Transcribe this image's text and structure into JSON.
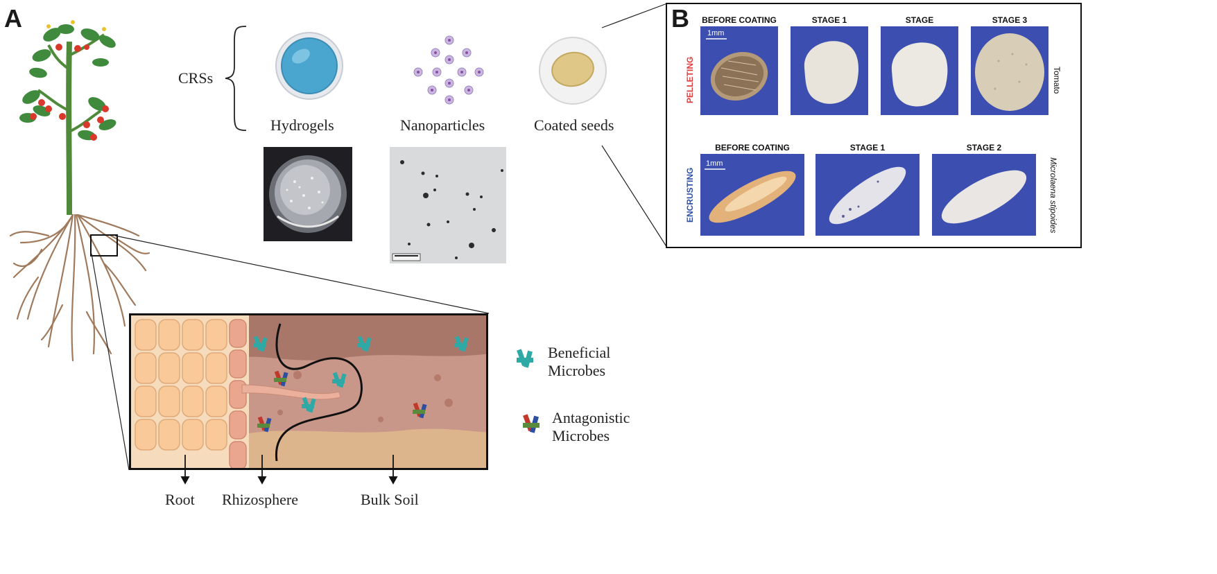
{
  "panel_a": {
    "letter": "A",
    "crs_label": "CRSs",
    "items": [
      {
        "label": "Hydrogels"
      },
      {
        "label": "Nanoparticles"
      },
      {
        "label": "Coated seeds"
      }
    ],
    "legend": [
      {
        "line1": "Beneficial",
        "line2": "Microbes"
      },
      {
        "line1": "Antagonistic",
        "line2": "Microbes"
      }
    ],
    "zones": [
      "Root",
      "Rhizosphere",
      "Bulk Soil"
    ]
  },
  "panel_b": {
    "letter": "B",
    "pelleting": {
      "row_label": "PELLETING",
      "side_label": "Tomato",
      "columns": [
        "BEFORE COATING",
        "STAGE 1",
        "STAGE",
        "STAGE 3"
      ],
      "scale": "1mm"
    },
    "encrusting": {
      "row_label": "ENCRUSTING",
      "side_label": "Microlaena stipoides",
      "columns": [
        "BEFORE COATING",
        "STAGE 1",
        "STAGE 2"
      ],
      "scale": "1mm"
    }
  },
  "colors": {
    "pelleting": "#e03a3a",
    "encrusting": "#2e4fa6",
    "seed_background": "#3c4fb0",
    "stem": "#4f8a3a",
    "root": "#a07a5c"
  }
}
